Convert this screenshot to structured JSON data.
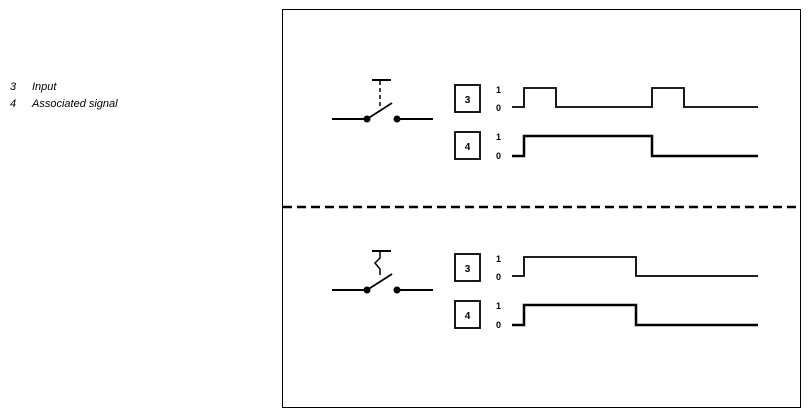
{
  "legend": [
    {
      "num": "3",
      "label": "Input"
    },
    {
      "num": "4",
      "label": "Associated signal"
    }
  ],
  "panels": [
    {
      "switch_type": "pushbutton",
      "rows": [
        {
          "box": "3",
          "high": "1",
          "low": "0"
        },
        {
          "box": "4",
          "high": "1",
          "low": "0"
        }
      ]
    },
    {
      "switch_type": "latching",
      "rows": [
        {
          "box": "3",
          "high": "1",
          "low": "0"
        },
        {
          "box": "4",
          "high": "1",
          "low": "0"
        }
      ]
    }
  ]
}
